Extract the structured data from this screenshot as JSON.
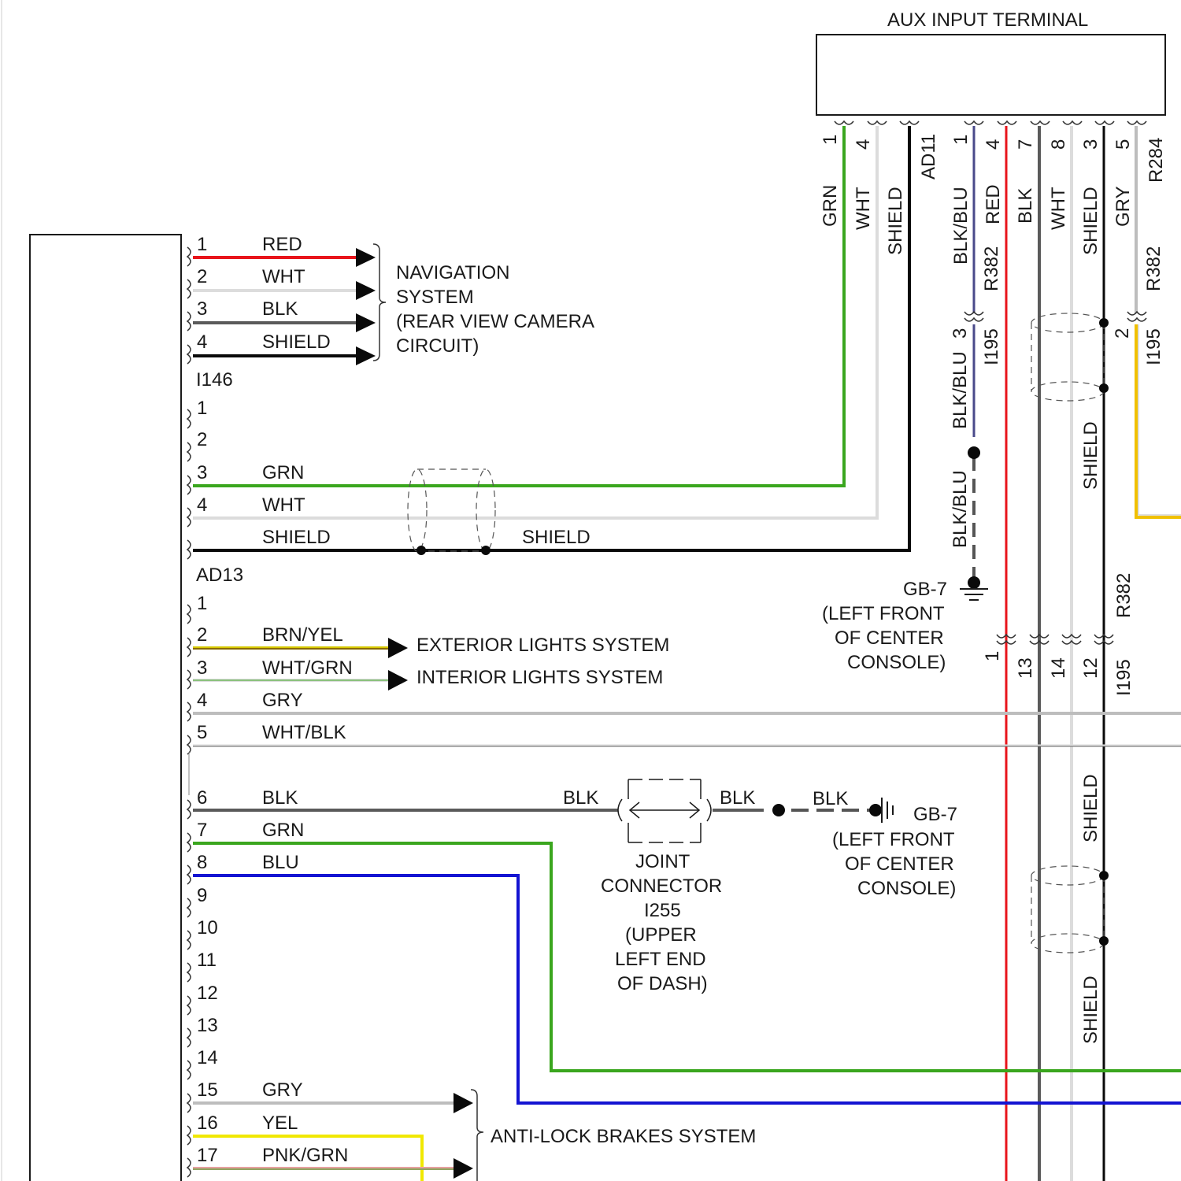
{
  "aux": {
    "title": "AUX INPUT TERMINAL",
    "connector": "AD11",
    "connector_r": "R284",
    "pins": [
      "1",
      "4",
      "1",
      "4",
      "7",
      "8",
      "3",
      "5"
    ],
    "wires": [
      "GRN",
      "WHT",
      "SHIELD",
      "BLK/BLU",
      "RED",
      "BLK",
      "WHT",
      "SHIELD",
      "GRY"
    ],
    "r382": "R382"
  },
  "i195": {
    "name": "I195",
    "pin3": "3",
    "pin2": "2",
    "shield": "SHIELD",
    "blkblu": "BLK/BLU",
    "lower_pins": [
      "1",
      "13",
      "14",
      "12"
    ]
  },
  "ground_right": {
    "name": "GB-7",
    "loc": [
      "(LEFT FRONT",
      "OF CENTER",
      "CONSOLE)"
    ]
  },
  "i146": {
    "name": "I146",
    "pins": [
      "1",
      "2",
      "3",
      "4"
    ],
    "wires": [
      "RED",
      "WHT",
      "BLK",
      "SHIELD"
    ],
    "dest": [
      "NAVIGATION",
      "SYSTEM",
      "(REAR VIEW CAMERA",
      "CIRCUIT)"
    ]
  },
  "ad13": {
    "name": "AD13",
    "pins": [
      "1",
      "2",
      "3",
      "4"
    ],
    "wires": [
      "GRN",
      "WHT",
      "SHIELD"
    ],
    "shield2": "SHIELD"
  },
  "lower": {
    "pins": [
      "1",
      "2",
      "3",
      "4",
      "5",
      "6",
      "7",
      "8",
      "9",
      "10",
      "11",
      "12",
      "13",
      "14",
      "15",
      "16",
      "17"
    ],
    "wires": [
      "BRN/YEL",
      "WHT/GRN",
      "GRY",
      "WHT/BLK",
      "BLK",
      "GRN",
      "BLU",
      "GRY",
      "YEL",
      "PNK/GRN"
    ],
    "ext": "EXTERIOR LIGHTS SYSTEM",
    "int": "INTERIOR LIGHTS SYSTEM",
    "abs": "ANTI-LOCK BRAKES SYSTEM"
  },
  "joint": {
    "blk1": "BLK",
    "blk2": "BLK",
    "blk3": "BLK",
    "label": [
      "JOINT",
      "CONNECTOR",
      "I255",
      "(UPPER",
      "LEFT END",
      "OF DASH)"
    ],
    "gnd": "GB-7",
    "gnd_loc": [
      "(LEFT FRONT",
      "OF CENTER",
      "CONSOLE)"
    ]
  },
  "colors": {
    "red": "#e8141b",
    "green": "#3aa61e",
    "blue": "#1414d2",
    "yellow": "#f0e800",
    "gray": "#bdbdbd",
    "white": "#dcdcdc",
    "black": "#0a0a0a",
    "dark_gray": "#5a5a5a",
    "blk_blu": "#4a4a8a"
  }
}
